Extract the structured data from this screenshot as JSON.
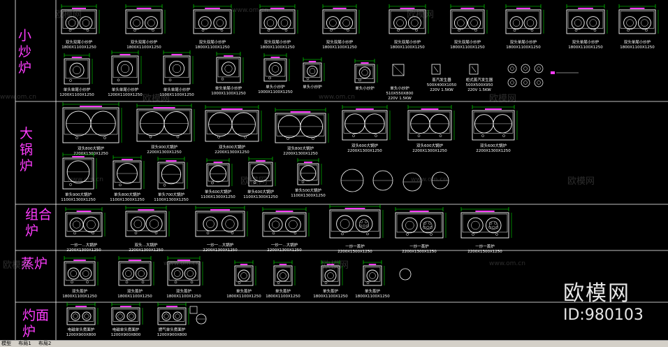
{
  "categories": [
    {
      "id": "small",
      "label": "小炒炉"
    },
    {
      "id": "big",
      "label": "大锅炉"
    },
    {
      "id": "combo",
      "label": "组合炉"
    },
    {
      "id": "steam",
      "label": "蒸炉"
    },
    {
      "id": "noodle",
      "label": "灼面炉"
    }
  ],
  "watermark": {
    "small": "欧模网",
    "domain": "www.om.cn",
    "brand": "欧模网",
    "id": "ID:980103"
  },
  "colors": {
    "bg": "#000000",
    "line": "#ffffff",
    "dim": "#00ff00",
    "accent": "#ff3cff",
    "frame": "#3a7be0"
  },
  "status_tabs": [
    "模型",
    "布局1",
    "布局2"
  ],
  "small_top_row": [
    "双头双尾小炒炉",
    "双头双尾小炒炉",
    "双头双尾小炒炉",
    "双头双尾小炒炉",
    "双头双尾小炒炉",
    "双头双尾小炒炉",
    "双头双尾小炒炉",
    "双头单尾小炒炉",
    "双头单尾小炒炉",
    "双头单尾小炒炉"
  ],
  "small_bottom_row": [
    "单头单尾小炒炉",
    "单头单尾小炒炉",
    "单头单尾小炒炉",
    "单头单尾小炒炉",
    "单头小炒炉",
    "单头小炒炉",
    "单头小炒炉",
    "蒸汽发生器",
    "柜式蒸汽发生器"
  ],
  "small_bottom_sizes": [
    "1200X1100X1250",
    "1200X1100X1250",
    "1100X1100X1250",
    "1000X1100X1250",
    "1000X1100X1250",
    "",
    "",
    "500X400X1050",
    "500X500X950"
  ],
  "steam_gen_note": [
    "220V 1.5KW",
    "220V 1.5KW"
  ],
  "small_extra_label": "单头小炒炉",
  "small_extra_size": "510X550X800",
  "small_extra_note": "220V 1.5KW",
  "big_top_row": [
    "双头800大锅炉",
    "双头900大锅炉",
    "双头800大锅炉",
    "双头800大锅炉",
    "双头600大锅炉",
    "双头600大锅炉",
    "双头600大锅炉"
  ],
  "big_bottom_row": [
    "单头900大锅炉",
    "单头800大锅炉",
    "单头700大锅炉",
    "单头600大锅炉",
    "单头600大锅炉",
    "单头500大锅炉"
  ],
  "combo_row": [
    "一炒一…大锅炉",
    "双头…大锅炉",
    "一炒一…大锅炉",
    "一炒一…大锅炉",
    "一炒一蒸炉",
    "一炒一蒸炉",
    "一炒一蒸炉"
  ],
  "steam_row": [
    "双头蒸炉",
    "双头蒸炉",
    "双头蒸炉",
    "单头蒸炉",
    "单头蒸炉",
    "单头蒸炉",
    "单头蒸炉"
  ],
  "noodle_row": [
    "电磁单头煮面炉",
    "电磁单头煮面炉",
    "燃气单头煮面炉"
  ]
}
